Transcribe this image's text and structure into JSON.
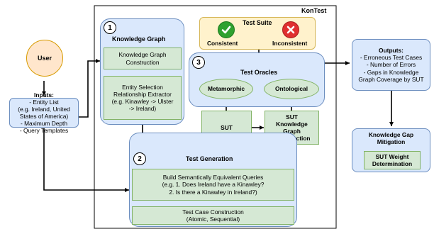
{
  "user": {
    "label": "User"
  },
  "inputs": {
    "title": "Inputs:",
    "lines": [
      "- Entity List",
      "(e.g. Ireland, United",
      "States of America)",
      "- Maximum Depth",
      "-  Query Templates"
    ]
  },
  "kontest": {
    "title": "KonTest"
  },
  "knowledge_graph": {
    "number": "1",
    "title": "Knowledge Graph",
    "construction": [
      "Knowledge Graph",
      "Construction"
    ],
    "extractor": [
      "Entity Selection",
      "Relationship Extractor",
      "(e.g. Kinawley -> Ulster",
      "-> Ireland)"
    ]
  },
  "test_suite": {
    "title": "Test Suite",
    "consistent": "Consistent",
    "inconsistent": "Inconsistent"
  },
  "test_oracles": {
    "number": "3",
    "title": "Test Oracles",
    "metamorphic": "Metamorphic",
    "ontological": "Ontological"
  },
  "sut": {
    "label": "SUT"
  },
  "sut_kg": {
    "lines": [
      "SUT",
      "Knowledge",
      "Graph",
      "Construction"
    ]
  },
  "test_generation": {
    "number": "2",
    "title": "Test Generation",
    "queries": [
      "Build Semantically Equivalent Queries",
      "(e.g. 1. Does Ireland have a Kinawley?",
      "2. Is there a Kinawley in Ireland?)"
    ],
    "cases": [
      "Test Case Construction",
      "(Atomic, Sequential)"
    ]
  },
  "outputs": {
    "title": "Outputs:",
    "lines": [
      "- Erroneous Test Cases",
      "- Number of Errors",
      "- Gaps in Knowledge",
      "Graph Coverage by SUT"
    ]
  },
  "mitigation": {
    "title": [
      "Knowledge Gap",
      "Mitigation"
    ],
    "weight": [
      "SUT Weight",
      "Determination"
    ]
  },
  "colors": {
    "blue_fill": "#dae8fc",
    "blue_stroke": "#6c8ebf",
    "green_fill": "#d5e8d4",
    "green_stroke": "#82b366",
    "orange_fill": "#ffe6cc",
    "orange_stroke": "#d79b00",
    "yellow_fill": "#fff2cc",
    "yellow_stroke": "#d6b656",
    "check_green": "#2fa12f",
    "cross_red": "#e03030"
  }
}
